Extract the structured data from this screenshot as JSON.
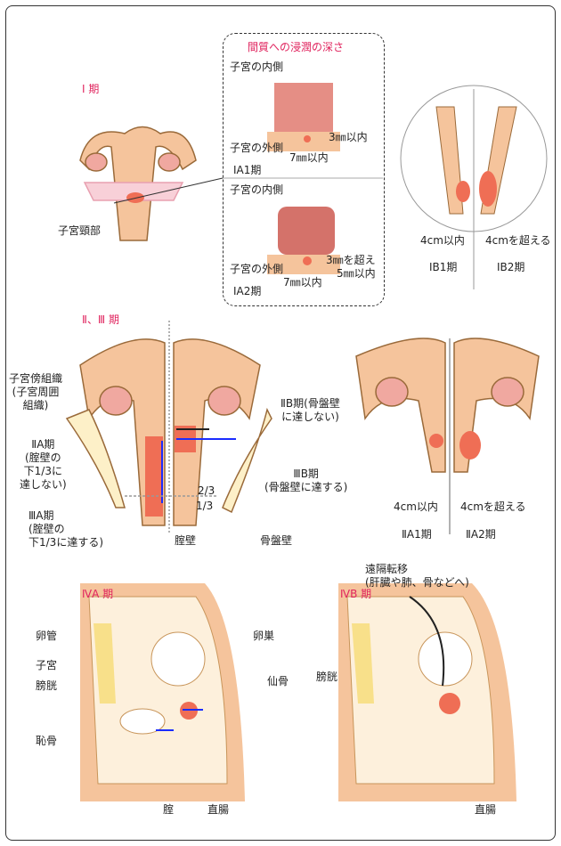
{
  "stage1": {
    "heading": "Ⅰ 期",
    "cervix_label": "子宮頸部",
    "inset": {
      "title": "間質への浸潤の深さ",
      "inner": "子宮の内側",
      "outer": "子宮の外側",
      "ia1": {
        "depth": "3㎜以内",
        "width": "7㎜以内",
        "label": "IA1期"
      },
      "ia2": {
        "depth": "3㎜を超え\n5㎜以内",
        "width": "7㎜以内",
        "label": "IA2期"
      }
    },
    "ib1_size": "4cm以内",
    "ib2_size": "4cmを超える",
    "ib1": "IB1期",
    "ib2": "IB2期"
  },
  "stage23": {
    "heading": "Ⅱ、Ⅲ 期",
    "parametrium": "子宮傍組織\n(子宮周囲\n組織)",
    "iia": "ⅡA期\n(腟壁の\n下1/3に\n達しない)",
    "iiia": "ⅢA期\n(腟壁の\n下1/3に達する)",
    "vaginal_wall": "腟壁",
    "pelvic_wall": "骨盤壁",
    "iib": "ⅡB期(骨盤壁\nに達しない)",
    "iiib": "ⅢB期\n(骨盤壁に達する)",
    "two_thirds": "2/3",
    "one_third": "1/3",
    "iia1_size": "4cm以内",
    "iia2_size": "4cmを超える",
    "iia1": "ⅡA1期",
    "iia2": "ⅡA2期"
  },
  "stage4": {
    "iva_heading": "ⅣA 期",
    "ivb_heading": "ⅣB 期",
    "oviduct": "卵管",
    "uterus": "子宮",
    "bladder": "膀胱",
    "pubis": "恥骨",
    "ovary": "卵巣",
    "sacrum": "仙骨",
    "vagina": "腟",
    "rectum": "直腸",
    "metastasis": "遠隔転移\n(肝臓や肺、骨などへ)",
    "bladder_b": "膀胱",
    "rectum_b": "直腸"
  },
  "colors": {
    "heading": "#e0245e",
    "tissue": "#f5c49c",
    "tumor": "#ef6e55",
    "ovary": "#f0a8a0",
    "bone": "#fdf0c8",
    "blue": "#1a2cff"
  }
}
